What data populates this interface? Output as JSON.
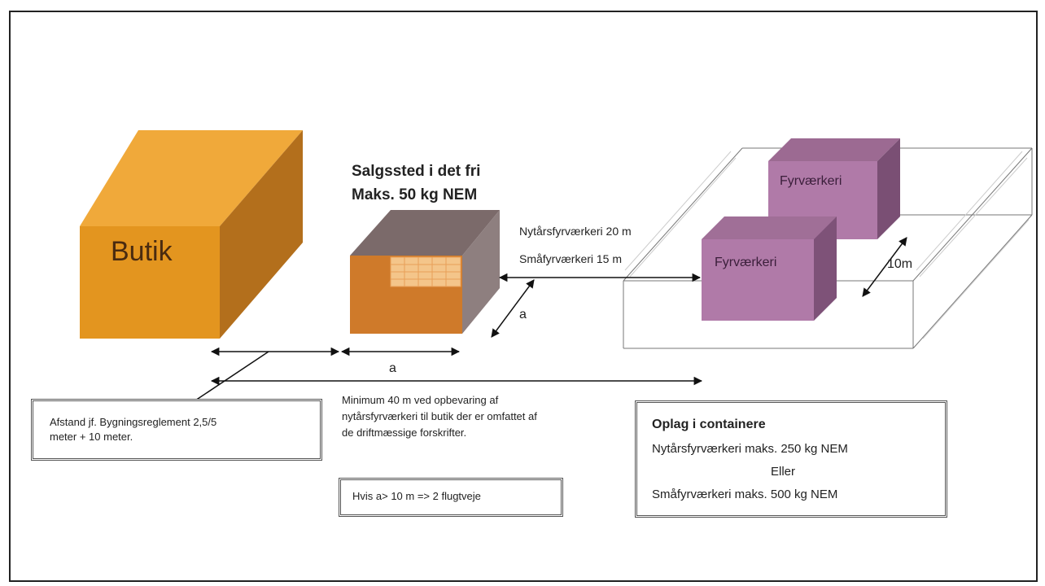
{
  "butik_label": "Butik",
  "salgssted": {
    "title": "Salgssted i det fri",
    "max": "Maks. 50 kg NEM"
  },
  "distances": {
    "nytaars": "Nytårsfyrværkeri 20 m",
    "smaa": "Småfyrværkeri 15 m",
    "a_vertical": "a",
    "a_horizontal": "a",
    "ten_m": "10m"
  },
  "fyrvaerkeri_back": "Fyrværkeri",
  "fyrvaerkeri_front": "Fyrværkeri",
  "afstand_note": {
    "line1": "Afstand jf. Bygningsreglement 2,5/5",
    "line2": "meter + 10 meter."
  },
  "minimum_note": {
    "line1": "Minimum 40 m ved opbevaring af",
    "line2": "nytårsfyrværkeri til butik der er omfattet af",
    "line3": "de driftmæssige forskrifter."
  },
  "flugtveje_note": "Hvis a> 10 m => 2 flugtveje",
  "container": {
    "title": "Oplag i containere",
    "line1": "Nytårsfyrværkeri maks. 250 kg NEM",
    "line2": "Eller",
    "line3": "Småfyrværkeri maks. 500 kg NEM"
  },
  "colors": {
    "butik_front": "#e3951f",
    "salgssted_front": "#cf7a2a",
    "fyrvaerkeri_front": "#b07aa8",
    "frame": "#222222"
  }
}
